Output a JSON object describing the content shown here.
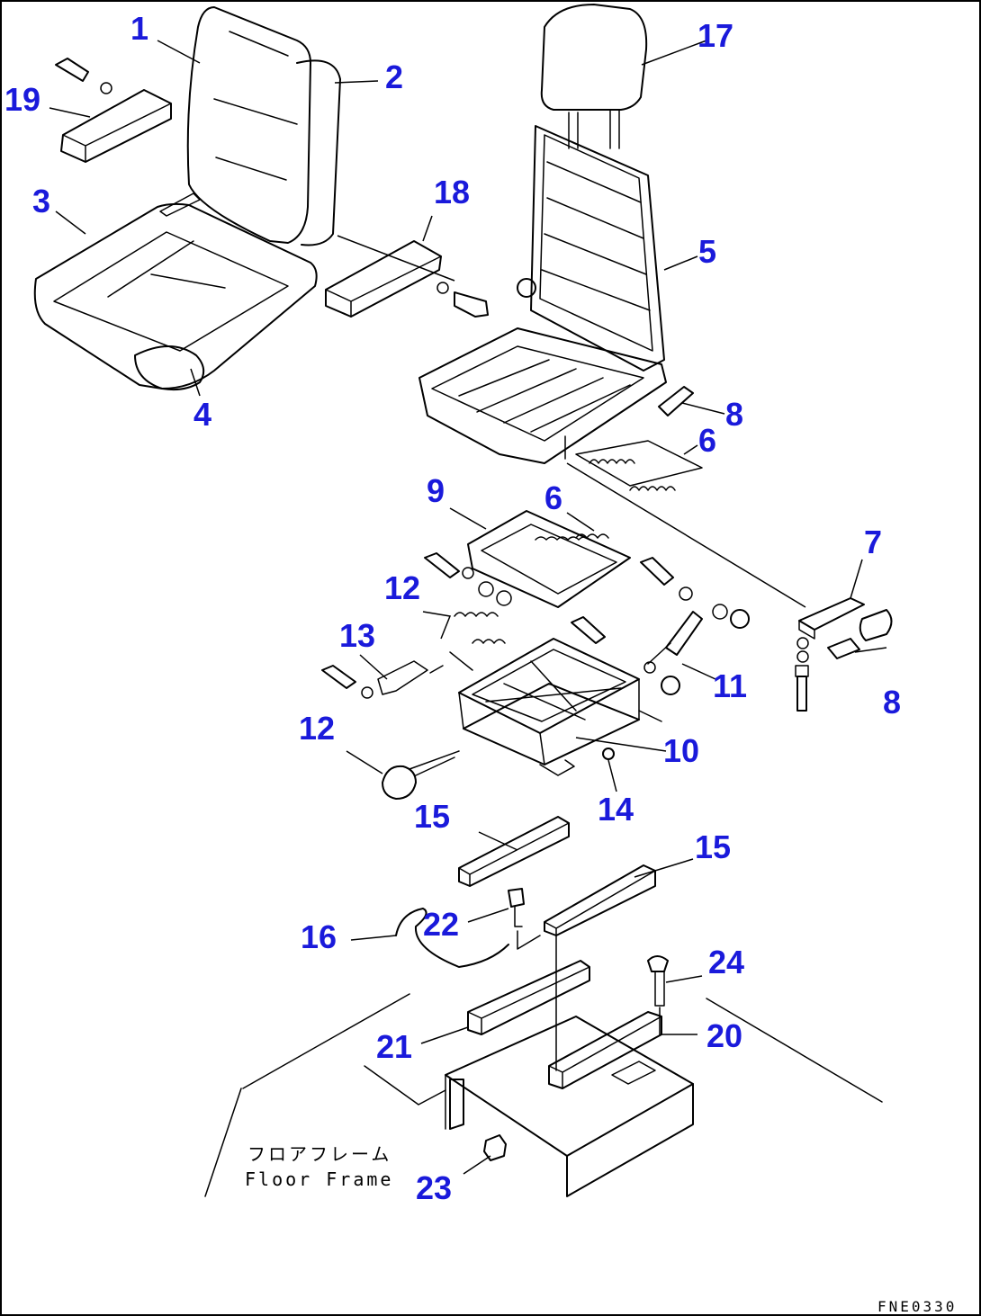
{
  "diagram": {
    "title": "Operator seat exploded parts diagram",
    "floor_frame_label_jp": "フロアフレーム",
    "floor_frame_label_en": "Floor Frame",
    "drawing_code": "FNE0330",
    "callouts": [
      "1",
      "2",
      "3",
      "4",
      "5",
      "6",
      "6",
      "7",
      "8",
      "8",
      "9",
      "10",
      "11",
      "12",
      "12",
      "13",
      "14",
      "15",
      "15",
      "16",
      "17",
      "18",
      "19",
      "20",
      "21",
      "22",
      "23",
      "24"
    ]
  },
  "colors": {
    "callout": "#1a1adb",
    "linework": "#000000"
  }
}
